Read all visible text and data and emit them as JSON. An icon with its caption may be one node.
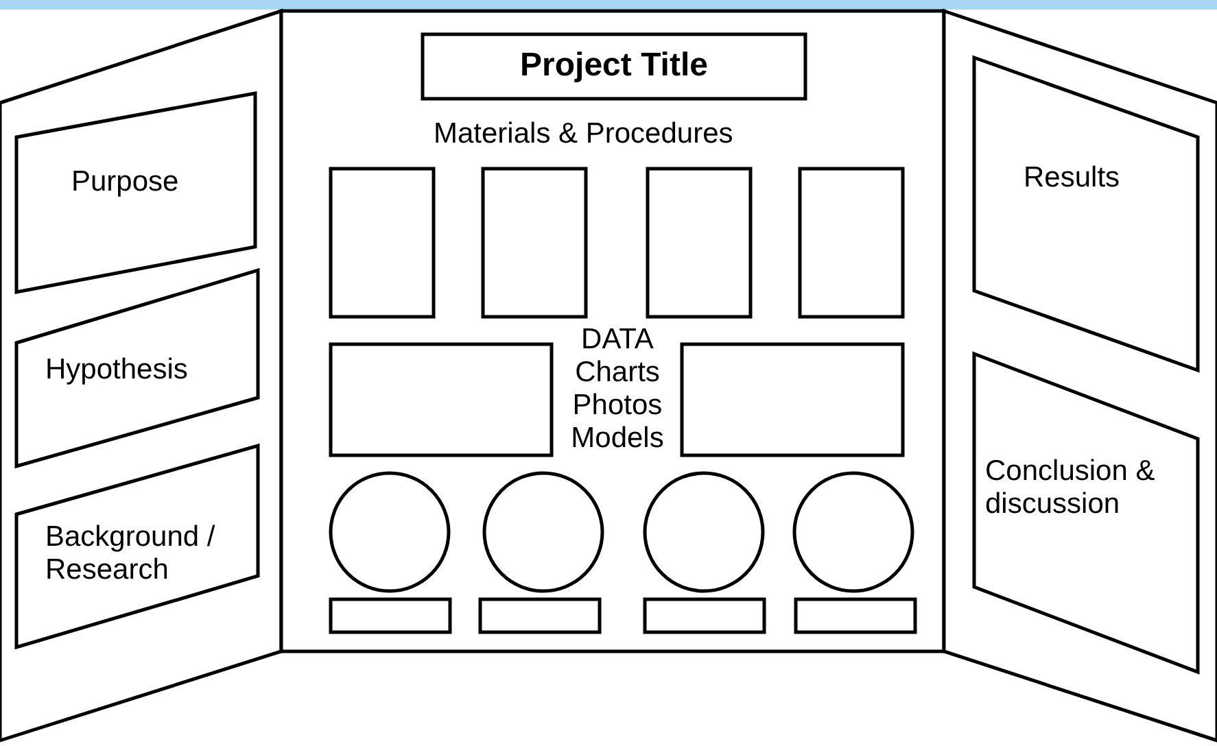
{
  "diagram": {
    "nodes": [
      {
        "text": [],
        "shape": "box"
      },
      {
        "text": [
          "Purpose"
        ],
        "in": 0
      },
      {
        "text": [
          "Hypothesis"
        ],
        "in": 0
      },
      {
        "text": [
          "Background / Research"
        ],
        "in": 0
      },
      {
        "text": [],
        "shape": "box"
      },
      {
        "text": [
          "Project Title"
        ],
        "in": 4
      },
      {
        "text": [],
        "shape": "box",
        "in": 4
      },
      {
        "text": [],
        "shape": "box",
        "in": 4
      },
      {
        "text": [],
        "shape": "box",
        "in": 4
      },
      {
        "text": [],
        "shape": "box",
        "in": 4
      },
      {
        "text": [],
        "shape": "box",
        "in": 4
      },
      {
        "text": [],
        "shape": "box",
        "in": 4
      },
      {
        "text": [],
        "shape": "circle",
        "in": 4
      },
      {
        "text": [],
        "shape": "circle",
        "in": 4
      },
      {
        "text": [],
        "shape": "circle",
        "in": 4
      },
      {
        "text": [],
        "shape": "circle",
        "in": 4
      },
      {
        "text": [],
        "shape": "bar",
        "in": 4
      },
      {
        "text": [],
        "shape": "bar",
        "in": 4
      },
      {
        "text": [],
        "shape": "bar",
        "in": 4
      },
      {
        "text": [],
        "shape": "bar",
        "in": 4
      },
      {
        "text": [],
        "shape": "box"
      },
      {
        "text": [
          "Results"
        ],
        "in": 20
      },
      {
        "text": [
          "Conclusion & discussion"
        ],
        "in": 20
      }
    ],
    "edges": [],
    "labels": [
      "Materials & Procedures",
      "DATA Charts Photos Models"
    ]
  }
}
